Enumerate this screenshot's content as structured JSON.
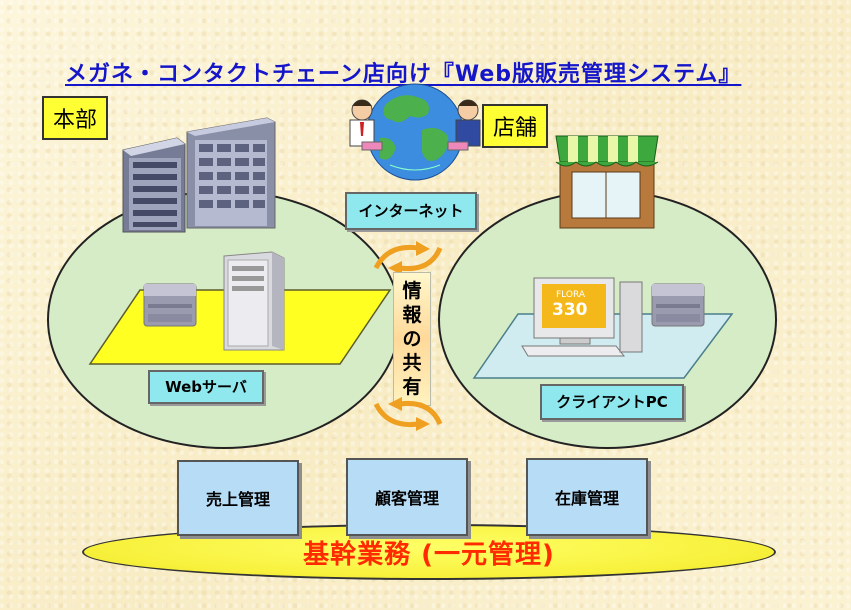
{
  "title": "メガネ・コンタクトチェーン店向け『Web版販売管理システム』",
  "hq": {
    "label": "本部",
    "server_label": "Webサーバ"
  },
  "store": {
    "label": "店舗",
    "client_label": "クライアントPC"
  },
  "internet": {
    "label": "インターネット"
  },
  "sharing": {
    "chars": [
      "情",
      "報",
      "の",
      "共",
      "有"
    ]
  },
  "monitor_screen": {
    "brand": "FLORA",
    "model": "330"
  },
  "modules": [
    "売上管理",
    "顧客管理",
    "在庫管理"
  ],
  "base": {
    "label": "基幹業務 (一元管理)"
  },
  "colors": {
    "title": "#1515c9",
    "label_box": "#ffff33",
    "cyan_box": "#8fe8ee",
    "ellipse": "#d6ecc6",
    "module": "#b7dcf6",
    "base": "#f7f03a",
    "base_text": "#ff2a00"
  }
}
